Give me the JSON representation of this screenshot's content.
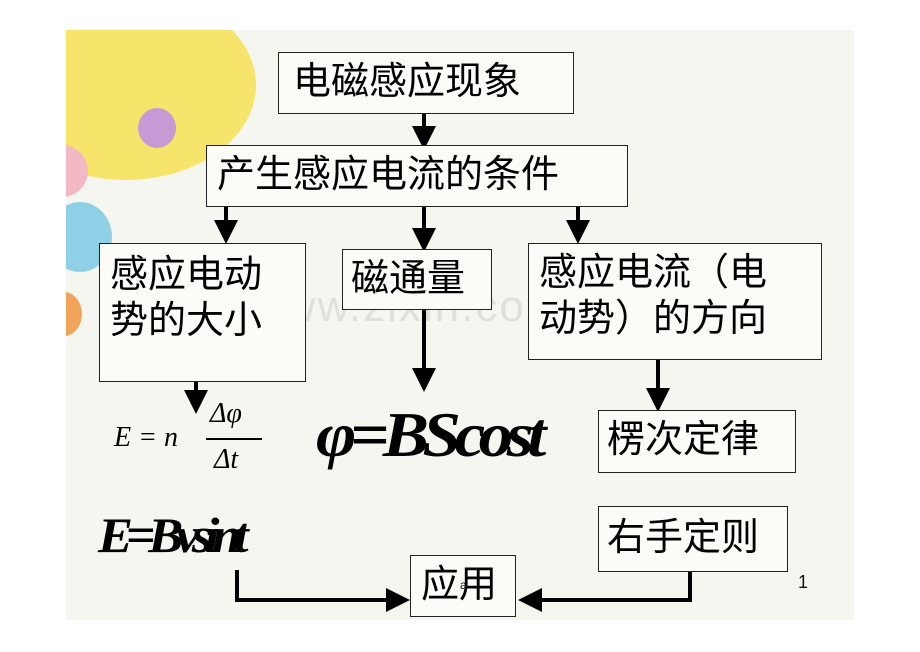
{
  "boxes": {
    "title": "电磁感应现象",
    "conditions": "产生感应电流的条件",
    "emf_size_line1": "感应电动",
    "emf_size_line2": "势的大小",
    "flux": "磁通量",
    "direction_line1": "感应电流（电",
    "direction_line2": "动势）的方向",
    "lenz": "楞次定律",
    "right_hand": "右手定则",
    "application": "应用"
  },
  "formulas": {
    "faraday_lhs": "E = n",
    "faraday_num": "Δφ",
    "faraday_den": "Δt",
    "flux_formula": "φ=BScost",
    "motional_emf": "E=Bvsint"
  },
  "watermark": "www.zixin.com.cn",
  "page_number": "1",
  "footer_mark": "a",
  "colors": {
    "arrow": "#000000",
    "box_border": "#222222",
    "deco_yellow": "#f7e46a",
    "deco_purple": "#c79ad6",
    "deco_teal": "#8fd0e6",
    "deco_orange": "#f2a35a"
  }
}
